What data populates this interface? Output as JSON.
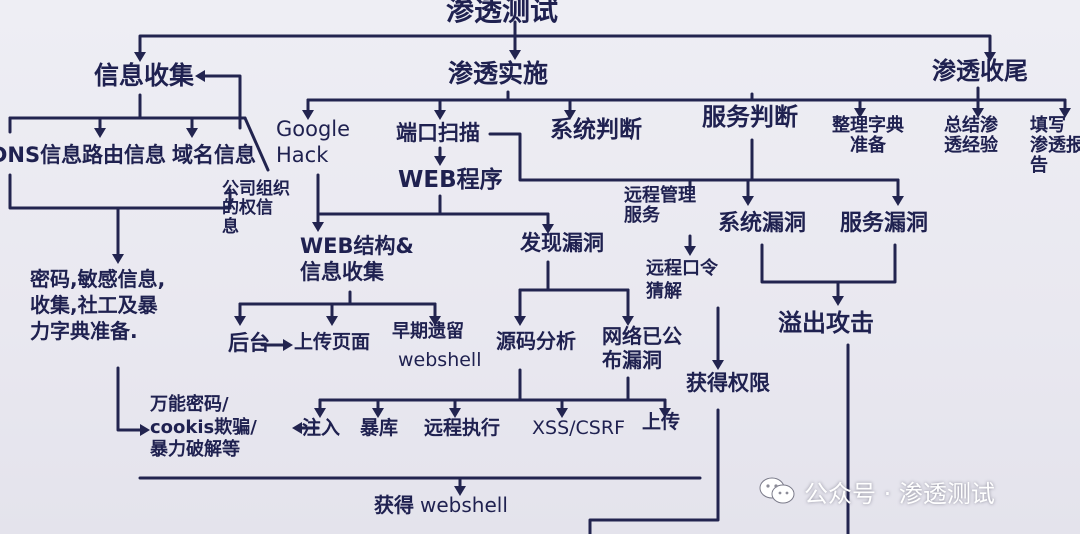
{
  "diagram": {
    "title": "渗透测试",
    "branches": {
      "info": "信息收集",
      "impl": "渗透实施",
      "end": "渗透收尾"
    },
    "info_children": [
      "DNS信息",
      "路由信息",
      "域名信息"
    ],
    "org_info": "公司组织\n的权信\n息",
    "password": "密码,敏感信息,\n收集,社工及暴\n力字典准备.",
    "impl_children": {
      "google": "Google\nHack",
      "port": "端口扫描",
      "system": "系统判断",
      "service": "服务判断"
    },
    "end_children": [
      "整理字典\n准备",
      "总结渗\n透经验",
      "填写\n渗透报\n告"
    ],
    "web_program": "WEB程序",
    "remote_mgmt": "远程管理\n服务",
    "sys_vuln": "系统漏洞",
    "svc_vuln": "服务漏洞",
    "web_struct": "WEB结构&\n信息收集",
    "find_vuln": "发现漏洞",
    "remote_crack": "远程口令\n猜解",
    "overflow": "溢出攻击",
    "backend": "后台",
    "upload_page": "上传页面",
    "early_shell_line1": "早期遗留",
    "early_shell_line2": "webshell",
    "source_analysis": "源码分析",
    "public_vuln": "网络已公\n布漏洞",
    "get_privilege": "获得权限",
    "universal_pwd": "万能密码/\ncookis欺骗/\n暴力破解等",
    "attacks": [
      "注入",
      "暴库",
      "远程执行",
      "XSS/CSRF",
      "上传"
    ],
    "get_webshell_prefix": "获得",
    "get_webshell_suffix": "webshell"
  },
  "watermark": {
    "text": "公众号 · 渗透测试",
    "icon": "wechat-icon"
  }
}
